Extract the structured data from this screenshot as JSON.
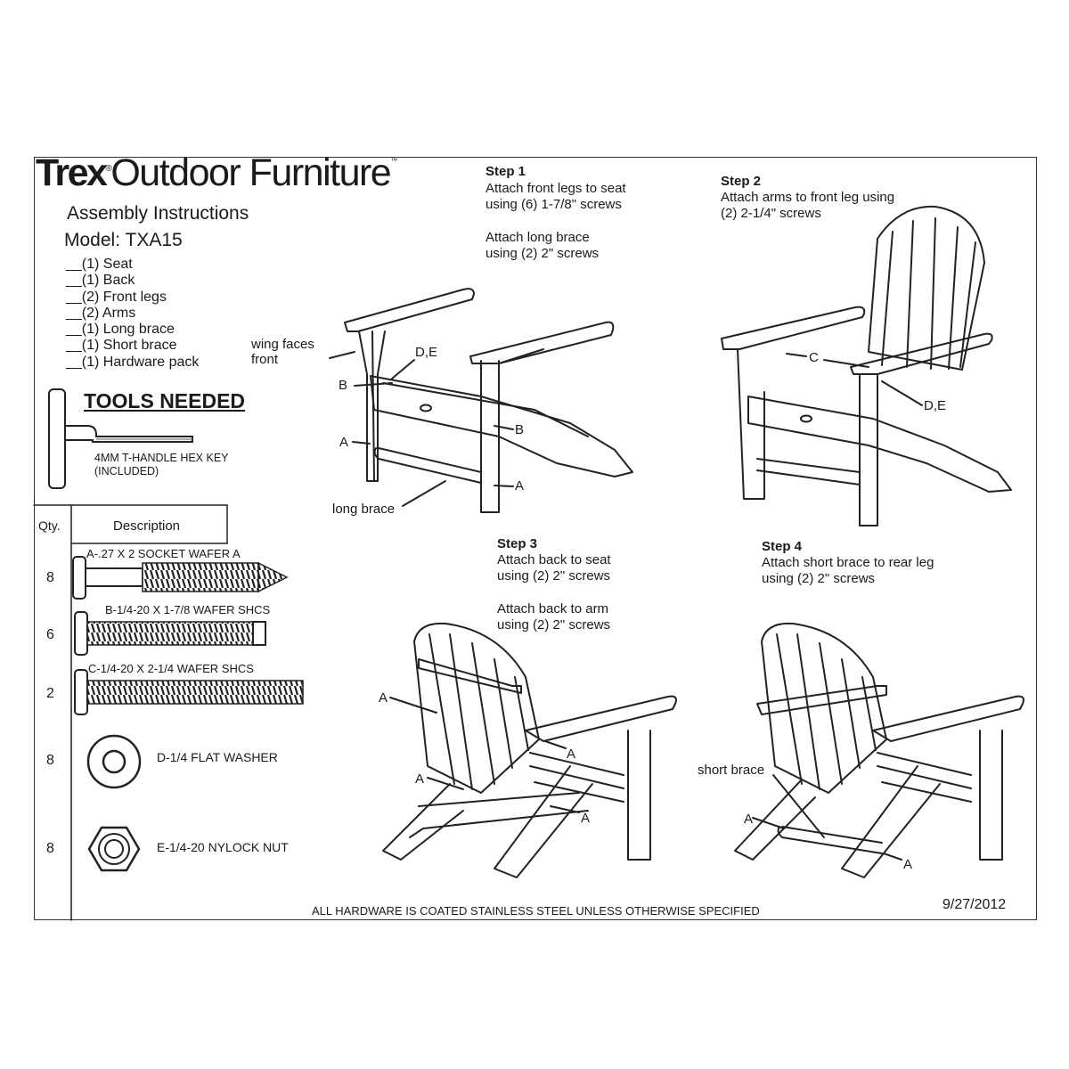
{
  "header": {
    "brand_bold": "Trex",
    "brand_rest": "Outdoor Furniture",
    "subtitle": "Assembly Instructions",
    "model": "Model: TXA15"
  },
  "parts": [
    "__(1) Seat",
    "__(1) Back",
    "__(2) Front legs",
    "__(2) Arms",
    "__(1) Long brace",
    "__(1) Short brace",
    "__(1) Hardware pack"
  ],
  "tools": {
    "title": "TOOLS NEEDED",
    "key_line1": "4MM T-HANDLE HEX KEY",
    "key_line2": "(INCLUDED)"
  },
  "hardware_table": {
    "qty_header": "Qty.",
    "desc_header": "Description",
    "rows": [
      {
        "qty": "8",
        "desc": "A-.27 X 2 SOCKET WAFER A"
      },
      {
        "qty": "6",
        "desc": "B-1/4-20 X 1-7/8 WAFER SHCS"
      },
      {
        "qty": "2",
        "desc": "C-1/4-20 X 2-1/4 WAFER SHCS"
      },
      {
        "qty": "8",
        "desc": "D-1/4 FLAT WASHER"
      },
      {
        "qty": "8",
        "desc": "E-1/4-20 NYLOCK NUT"
      }
    ]
  },
  "steps": [
    {
      "title": "Step 1",
      "lines": [
        "Attach front legs to seat",
        "using (6) 1-7/8\" screws",
        "Attach long brace",
        "using (2) 2\" screws"
      ]
    },
    {
      "title": "Step 2",
      "lines": [
        "Attach arms to front leg using",
        "(2) 2-1/4\" screws"
      ]
    },
    {
      "title": "Step 3",
      "lines": [
        "Attach back to seat",
        "using (2) 2\" screws",
        "Attach back to arm",
        "using (2) 2\" screws"
      ]
    },
    {
      "title": "Step 4",
      "lines": [
        "Attach short brace to rear leg",
        "using (2) 2\" screws"
      ]
    }
  ],
  "callouts": {
    "wing_faces_1": "wing faces",
    "wing_faces_2": "front",
    "long_brace": "long brace",
    "short_brace": "short brace",
    "a": "A",
    "b": "B",
    "c": "C",
    "de": "D,E"
  },
  "footer": {
    "note": "ALL HARDWARE IS COATED STAINLESS STEEL UNLESS OTHERWISE SPECIFIED",
    "date": "9/27/2012"
  }
}
